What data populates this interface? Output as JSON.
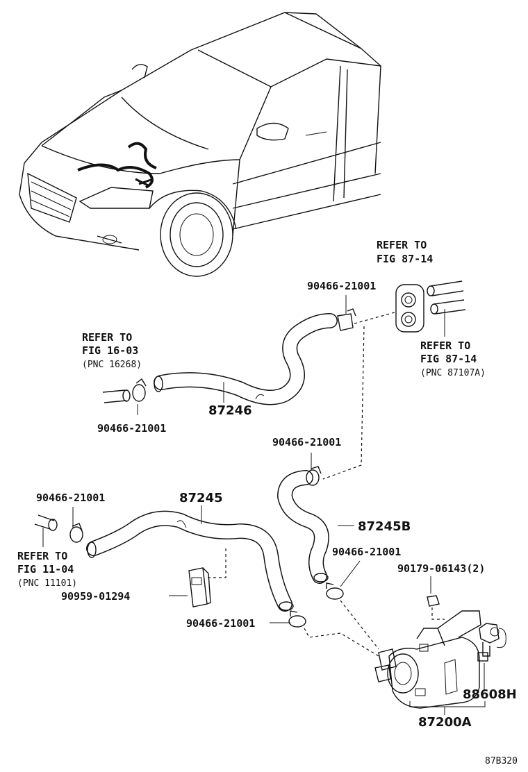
{
  "labels": {
    "refer_87_14_top_a": "REFER TO",
    "refer_87_14_top_b": "FIG 87-14",
    "clamp_top": "90466-21001",
    "refer_87_14_right_a": "REFER TO",
    "refer_87_14_right_b": "FIG 87-14",
    "refer_87_14_right_c": "(PNC 87107A)",
    "refer_16_03_a": "REFER TO",
    "refer_16_03_b": "FIG 16-03",
    "refer_16_03_c": "(PNC 16268)",
    "hose_87246": "87246",
    "clamp_left_upper": "90466-21001",
    "clamp_mid": "90466-21001",
    "clamp_left_lower": "90466-21001",
    "hose_87245": "87245",
    "hose_87245b": "87245B",
    "refer_11_04_a": "REFER TO",
    "refer_11_04_b": "FIG 11-04",
    "refer_11_04_c": "(PNC 11101)",
    "clamp_right_lower": "90466-21001",
    "nut_90179": "90179-06143(2)",
    "bracket_90959": "90959-01294",
    "clamp_bottom": "90466-21001",
    "sensor_88608h": "88608H",
    "pump_87200a": "87200A",
    "figure_code": "87B320"
  }
}
